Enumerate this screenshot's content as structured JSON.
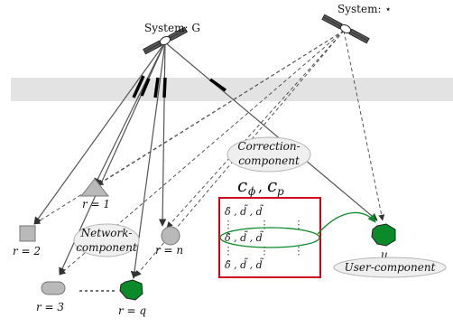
{
  "satellites": {
    "g_label": "System: G",
    "star_label": "System: ⋆"
  },
  "stations": {
    "r1": "r = 1",
    "r2": "r = 2",
    "r3": "r = 3",
    "rn": "r = n",
    "rq": "r = q"
  },
  "labels": {
    "network": "Network-",
    "network2": "component",
    "correction": "Correction-",
    "correction2": "component",
    "c_phi": "c",
    "c_phi_sub": "ϕ",
    "c_p": "c",
    "c_p_sub": "p",
    "user_letter": "u",
    "user": "User-component"
  },
  "matrix": {
    "row1": "δ̃ , d̃ , d̃",
    "row2": "δ̃ , d̃ , d̃",
    "row3": "δ̃ , d̃ , d̃"
  },
  "colors": {
    "green": "#0b8a2a",
    "gray_station": "#b9b9b9",
    "red_box": "#d0021b",
    "band": "#e3e3e3"
  }
}
